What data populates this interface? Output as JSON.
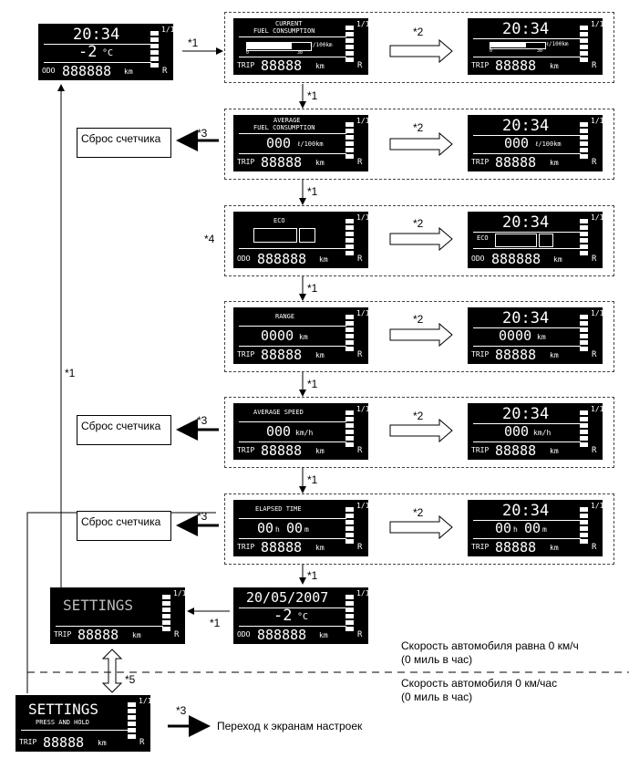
{
  "labels": {
    "star1": "*1",
    "star2": "*2",
    "star3": "*3",
    "star4": "*4",
    "star5": "*5"
  },
  "reset_label": "Сброс счетчика",
  "speed_zero_label": "Скорость автомобиля равна 0 км/ч",
  "speed_zero_miles": "(0 миль в час)",
  "speed_nonzero_label": "Скорость автомобиля 0 км/час",
  "speed_nonzero_miles": "(0 миль в час)",
  "goto_settings": "Переход к экранам настроек",
  "displays": {
    "clock": "20:34",
    "temp": "-2",
    "temp_unit": "°C",
    "odo": "ODO",
    "odo_value": "888888",
    "km": "km",
    "trip": "TRIP",
    "trip_value": "88888",
    "fraction": "1/1",
    "r": "R",
    "current_fc_1": "CURRENT",
    "current_fc_2": "FUEL CONSUMPTION",
    "fc_unit": "ℓ/100km",
    "scale_0": "0",
    "scale_30": "30",
    "average_1": "AVERAGE",
    "average_2": "FUEL CONSUMPTION",
    "avg_value": "000",
    "eco": "ECO",
    "range": "RANGE",
    "range_value": "0000",
    "avg_speed": "AVERAGE SPEED",
    "speed_value": "000",
    "speed_unit": "km/h",
    "elapsed": "ELAPSED TIME",
    "hours": "00",
    "h": "h",
    "minutes": "00",
    "m": "m",
    "date": "20/05/2007",
    "settings": "SETTINGS",
    "press_hold": "PRESS AND HOLD",
    "trip_short": "88888"
  }
}
